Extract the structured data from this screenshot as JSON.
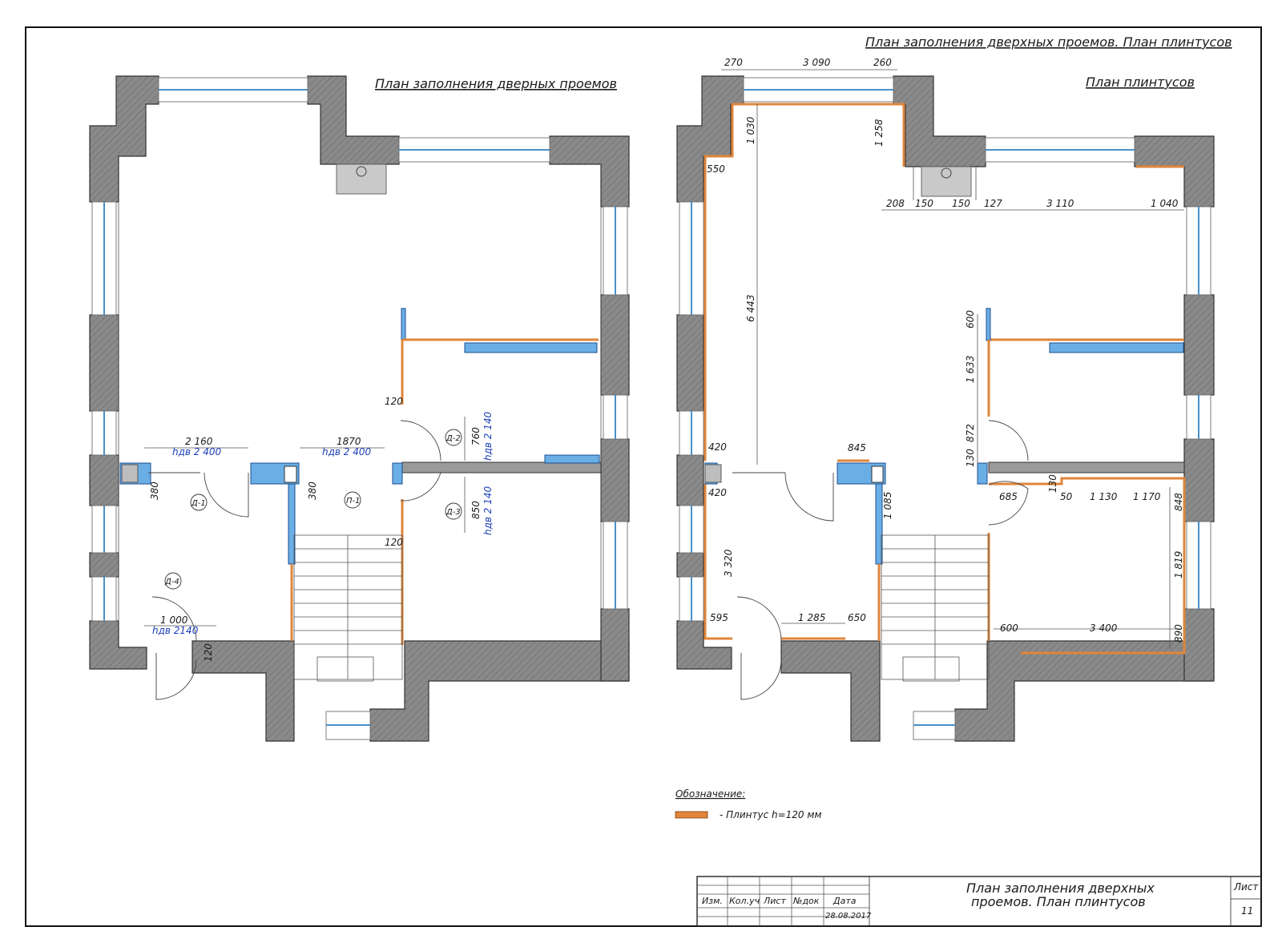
{
  "sheet": {
    "title_main": "План заполнения дверхных проемов. План плинтусов",
    "title_left": "План заполнения дверных проемов",
    "title_right": "План плинтусов"
  },
  "left_plan": {
    "doors": [
      {
        "tag": "Д-1",
        "width": "2 160",
        "hdv": "hдв 2 400",
        "depth": "380"
      },
      {
        "tag": "П-1",
        "width": "1870",
        "hdv": "hдв 2 400",
        "depth": "380"
      },
      {
        "tag": "Д-2",
        "width": "760",
        "hdv": "hдв 2 140"
      },
      {
        "tag": "Д-3",
        "width": "850",
        "hdv": "hдв 2 140"
      },
      {
        "tag": "Д-4",
        "width": "1 000",
        "hdv": "hдв 2140",
        "depth": "120"
      }
    ],
    "dims": [
      "120",
      "120"
    ]
  },
  "right_plan": {
    "top_dims": [
      "270",
      "3 090",
      "260"
    ],
    "dims": [
      "1 030",
      "550",
      "1 258",
      "208",
      "150",
      "150",
      "127",
      "3 110",
      "1 040",
      "6 443",
      "600",
      "1 633",
      "872",
      "130",
      "420",
      "845",
      "420",
      "1 085",
      "685",
      "130",
      "50",
      "1 130",
      "1 170",
      "848",
      "1 819",
      "3 320",
      "595",
      "1 285",
      "650",
      "600",
      "3 400",
      "890"
    ]
  },
  "legend": {
    "heading": "Обозначение:",
    "item": "- Плинтус h=120 мм",
    "swatch_color": "#e0853a"
  },
  "title_block": {
    "cols": [
      "Изм.",
      "Кол.уч",
      "Лист",
      "№док",
      "Дата"
    ],
    "date": "28.08.2017",
    "title_line1": "План заполнения дверхных",
    "title_line2": "проемов. План плинтусов",
    "sheet_label": "Лист",
    "sheet_number": "11"
  },
  "colors": {
    "wall": "#8e8e8e",
    "partition": "#6aaee6",
    "skirting": "#e0853a",
    "door_height_text": "#1b3fb8"
  }
}
